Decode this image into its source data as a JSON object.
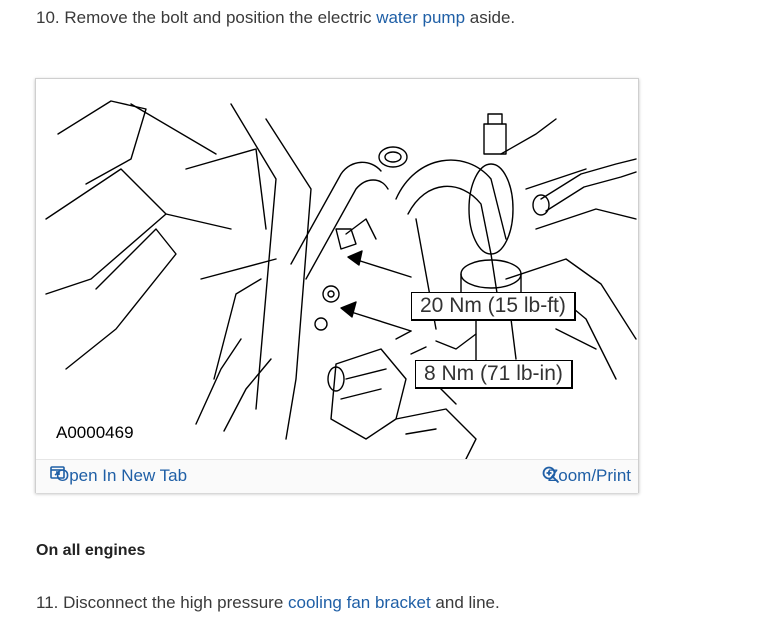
{
  "step10": {
    "prefix": "10. Remove the bolt and position the electric ",
    "link": "water pump",
    "suffix": " aside."
  },
  "figure": {
    "callout_top": "20 Nm (15 lb-ft)",
    "callout_bottom": "8 Nm (71 lb-in)",
    "figure_id": "A0000469",
    "open_tab_label": "Open In New Tab",
    "zoom_label": "Zoom/Print",
    "open_tab_icon": "open-new-tab-icon",
    "zoom_icon": "zoom-in-icon",
    "link_color": "#1f5fa6"
  },
  "section_heading": "On all engines",
  "step11": {
    "prefix": "11. Disconnect the high pressure ",
    "link": "cooling fan bracket",
    "suffix": " and line."
  }
}
